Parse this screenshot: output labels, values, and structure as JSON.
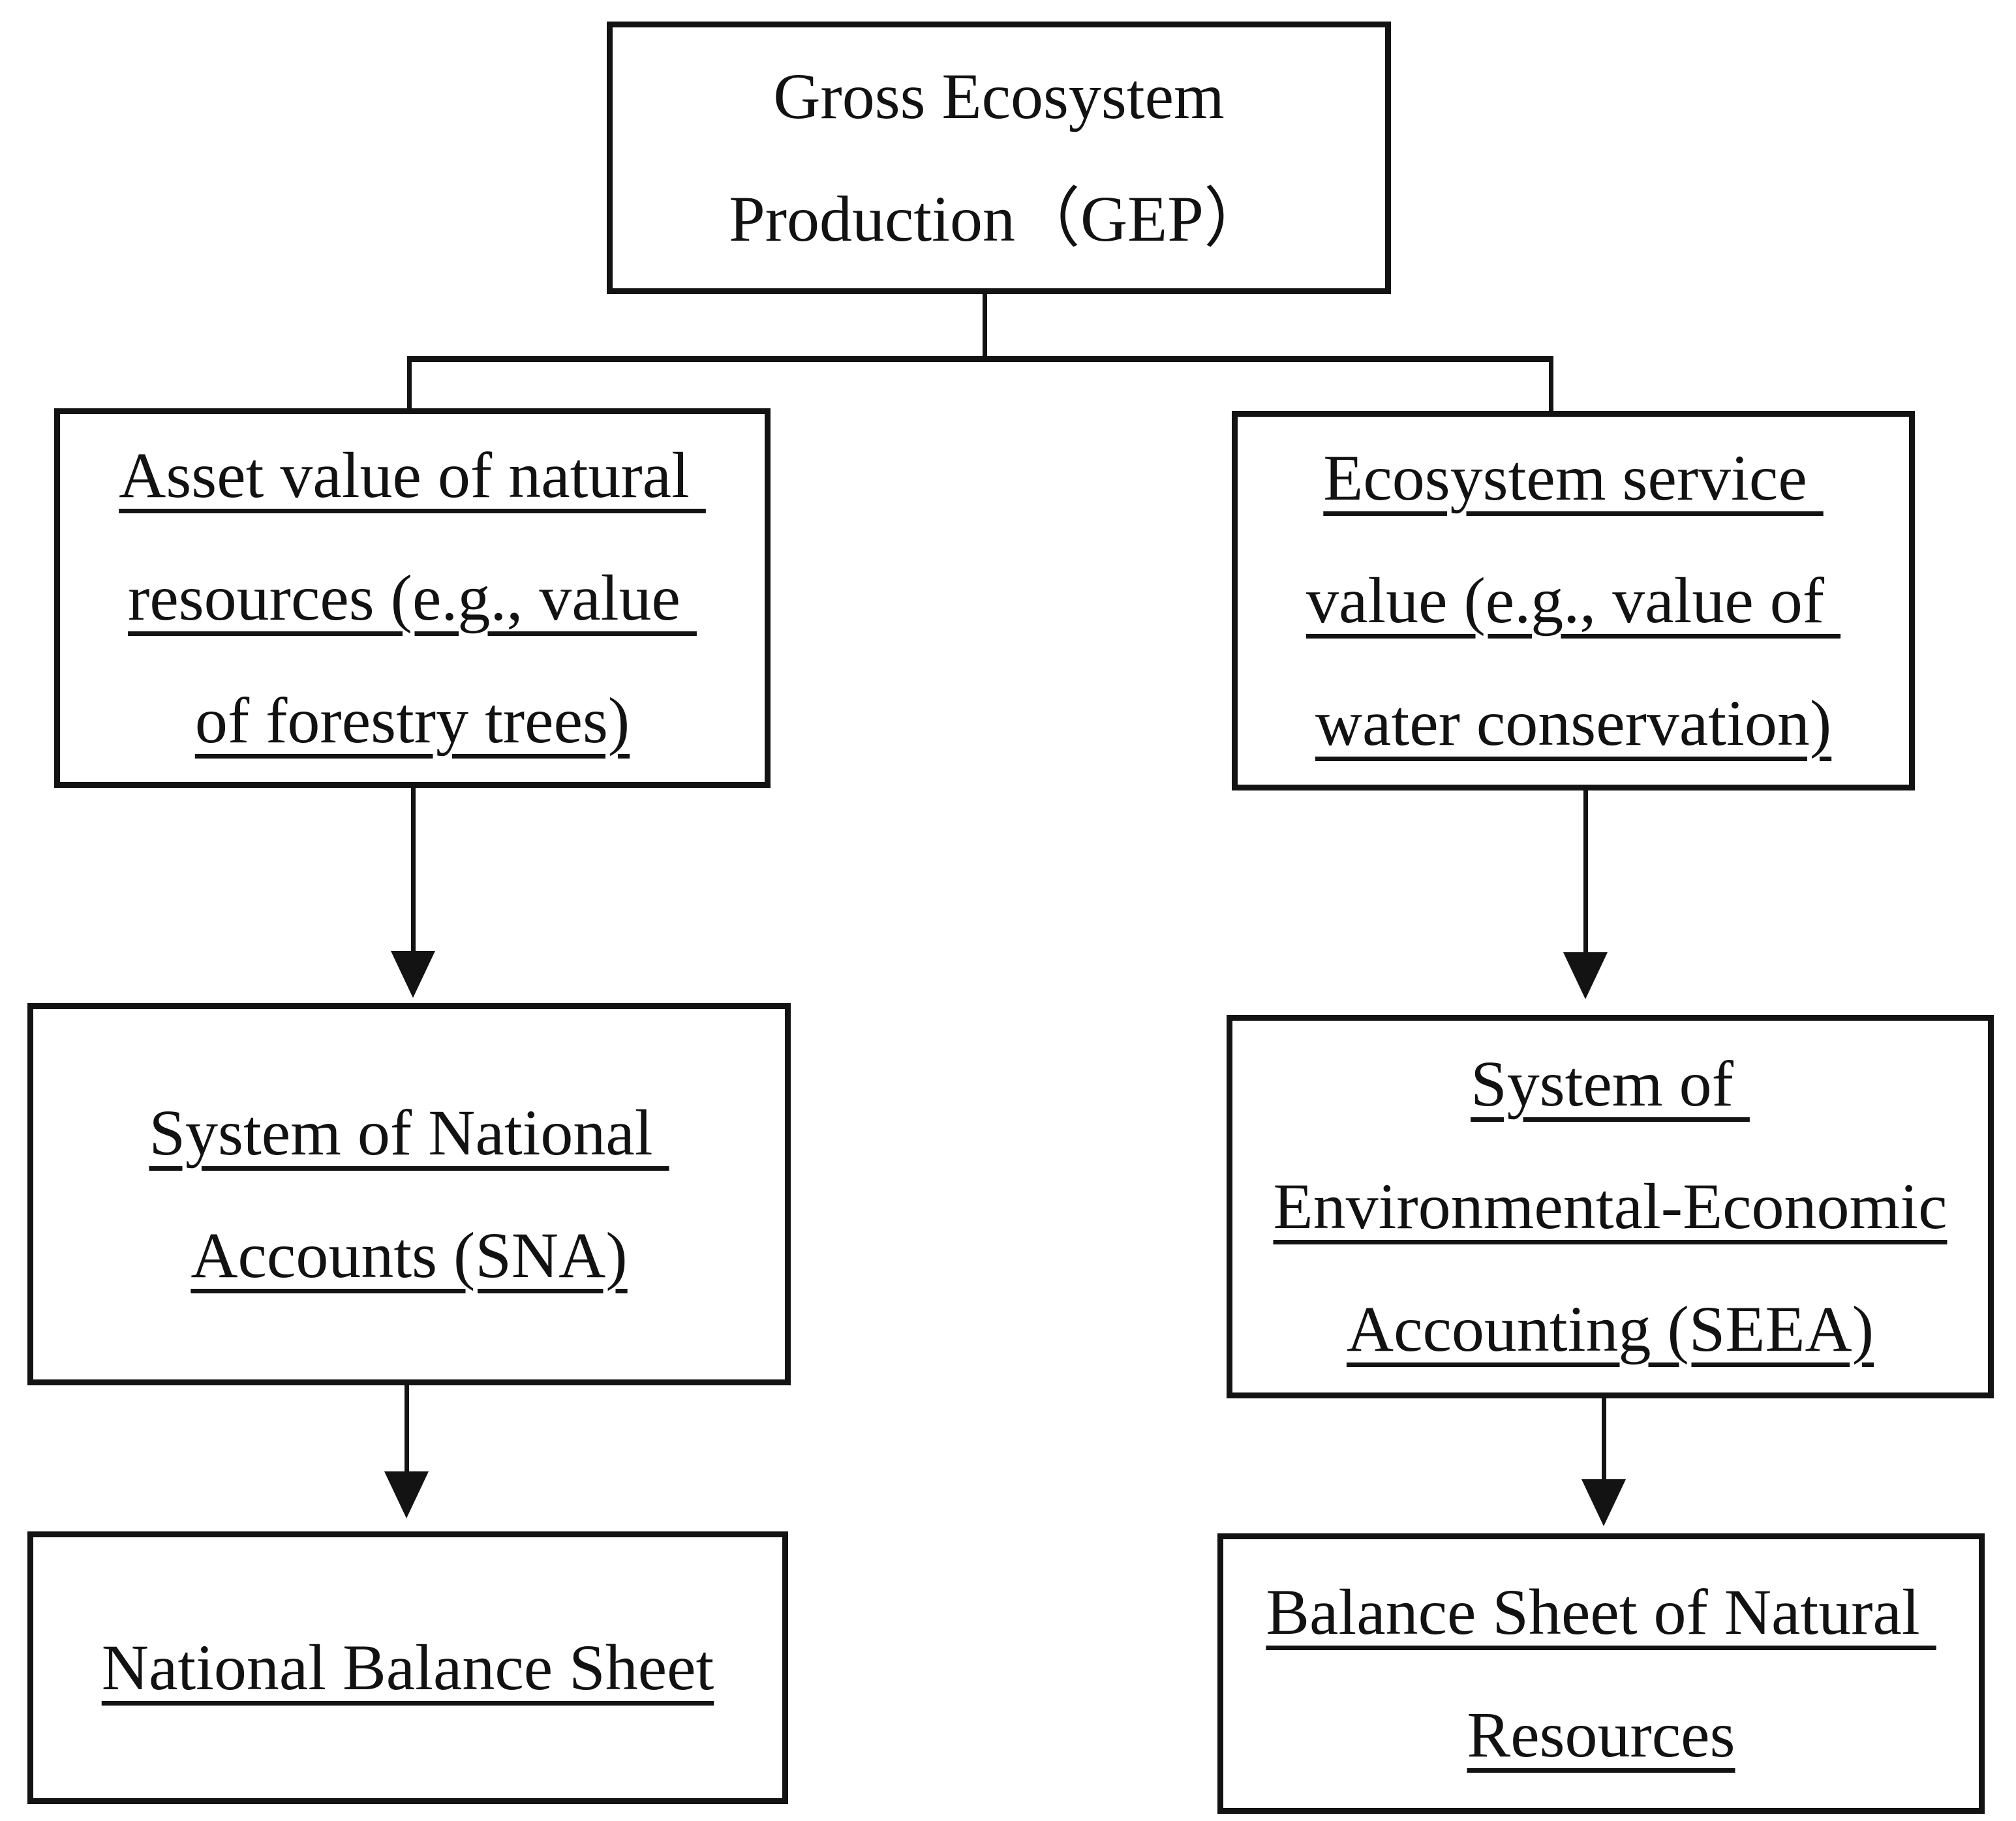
{
  "colors": {
    "ink": "#131313",
    "background": "#ffffff"
  },
  "boxes": {
    "gep": {
      "label": "Gross Ecosystem Production（GEP）",
      "lines": [
        "Gross Ecosystem",
        "Production（GEP）"
      ]
    },
    "asset": {
      "label": "Asset value of natural resources (e.g., value of forestry trees)",
      "lines": [
        "Asset value of natural ",
        "resources (e.g., value ",
        "of forestry trees)"
      ]
    },
    "eco": {
      "label": "Ecosystem service value (e.g., value of water conservation)",
      "lines": [
        "Ecosystem service ",
        "value (e.g., value of ",
        "water conservation)"
      ]
    },
    "sna": {
      "label": "System of National Accounts (SNA)",
      "lines": [
        "System of National ",
        "Accounts (SNA)"
      ]
    },
    "seea": {
      "label": "System of Environmental-Economic Accounting (SEEA)",
      "lines": [
        "System of ",
        "Environmental-Economic",
        "Accounting (SEEA)"
      ]
    },
    "nbs": {
      "label": "National Balance Sheet",
      "lines": [
        "National Balance Sheet"
      ]
    },
    "bsnr": {
      "label": "Balance Sheet of Natural Resources",
      "lines": [
        "Balance Sheet of Natural ",
        "Resources"
      ]
    }
  }
}
